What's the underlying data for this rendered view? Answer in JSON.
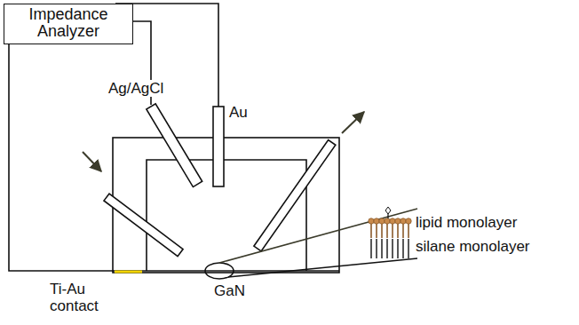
{
  "diagram": {
    "nodes": [
      {
        "text": [
          "Impedance Analyzer"
        ]
      }
    ],
    "labels": [
      "Ag/AgCl",
      "Au",
      "lipid monolayer",
      "silane monolayer",
      "Ti-Au contact",
      "GaN"
    ]
  }
}
